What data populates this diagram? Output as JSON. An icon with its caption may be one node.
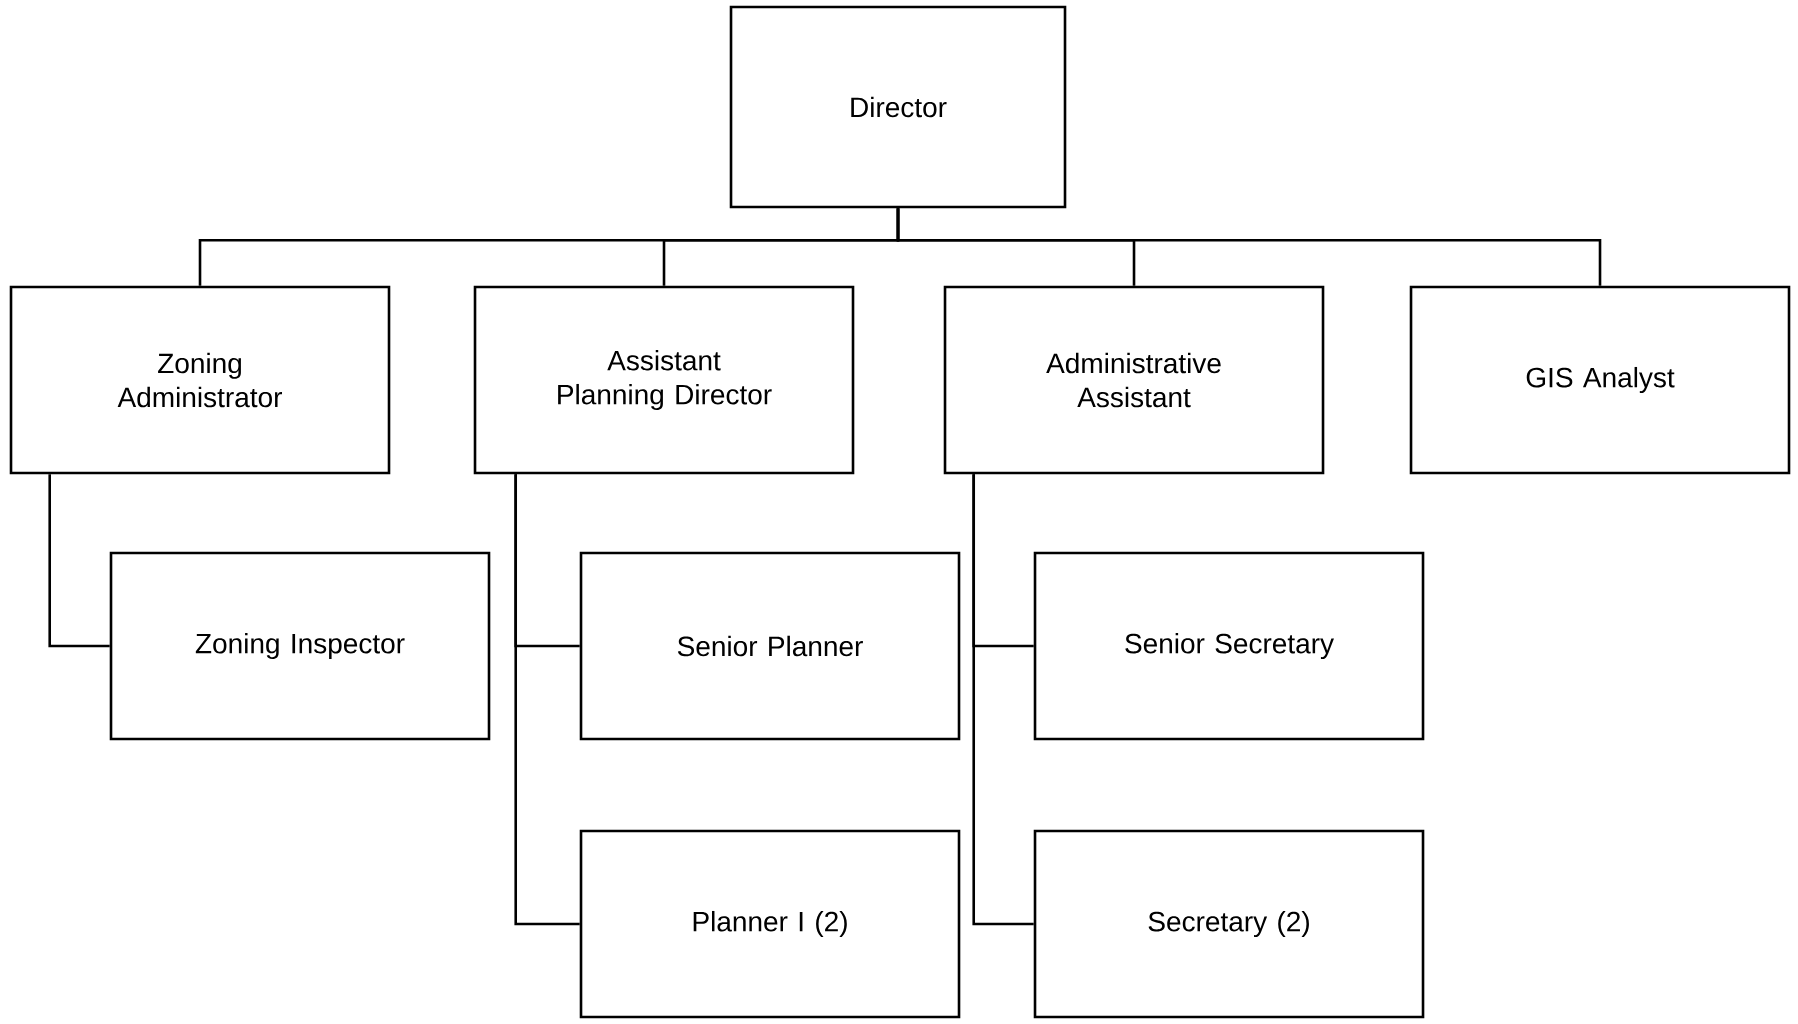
{
  "diagram": {
    "nodes": [
      {
        "text": [
          "Director"
        ]
      },
      {
        "text": [
          "Zoning Administrator"
        ]
      },
      {
        "text": [
          "Assistant Planning Director"
        ]
      },
      {
        "text": [
          "Administrative Assistant"
        ]
      },
      {
        "text": [
          "GIS Analyst"
        ]
      },
      {
        "text": [
          "Zoning Inspector"
        ]
      },
      {
        "text": [
          "Senior Planner"
        ]
      },
      {
        "text": [
          "Planner I (2)"
        ]
      },
      {
        "text": [
          "Senior Secretary"
        ]
      },
      {
        "text": [
          "Secretary (2)"
        ]
      }
    ],
    "edges": [
      {
        "from": 0,
        "to": 1,
        "arrow": "none"
      },
      {
        "from": 0,
        "to": 2,
        "arrow": "none"
      },
      {
        "from": 0,
        "to": 3,
        "arrow": "none"
      },
      {
        "from": 0,
        "to": 4,
        "arrow": "none"
      },
      {
        "from": 1,
        "to": 5,
        "arrow": "none"
      },
      {
        "from": 2,
        "to": 6,
        "arrow": "none"
      },
      {
        "from": 2,
        "to": 7,
        "arrow": "none"
      },
      {
        "from": 3,
        "to": 8,
        "arrow": "none"
      },
      {
        "from": 3,
        "to": 9,
        "arrow": "none"
      }
    ]
  }
}
